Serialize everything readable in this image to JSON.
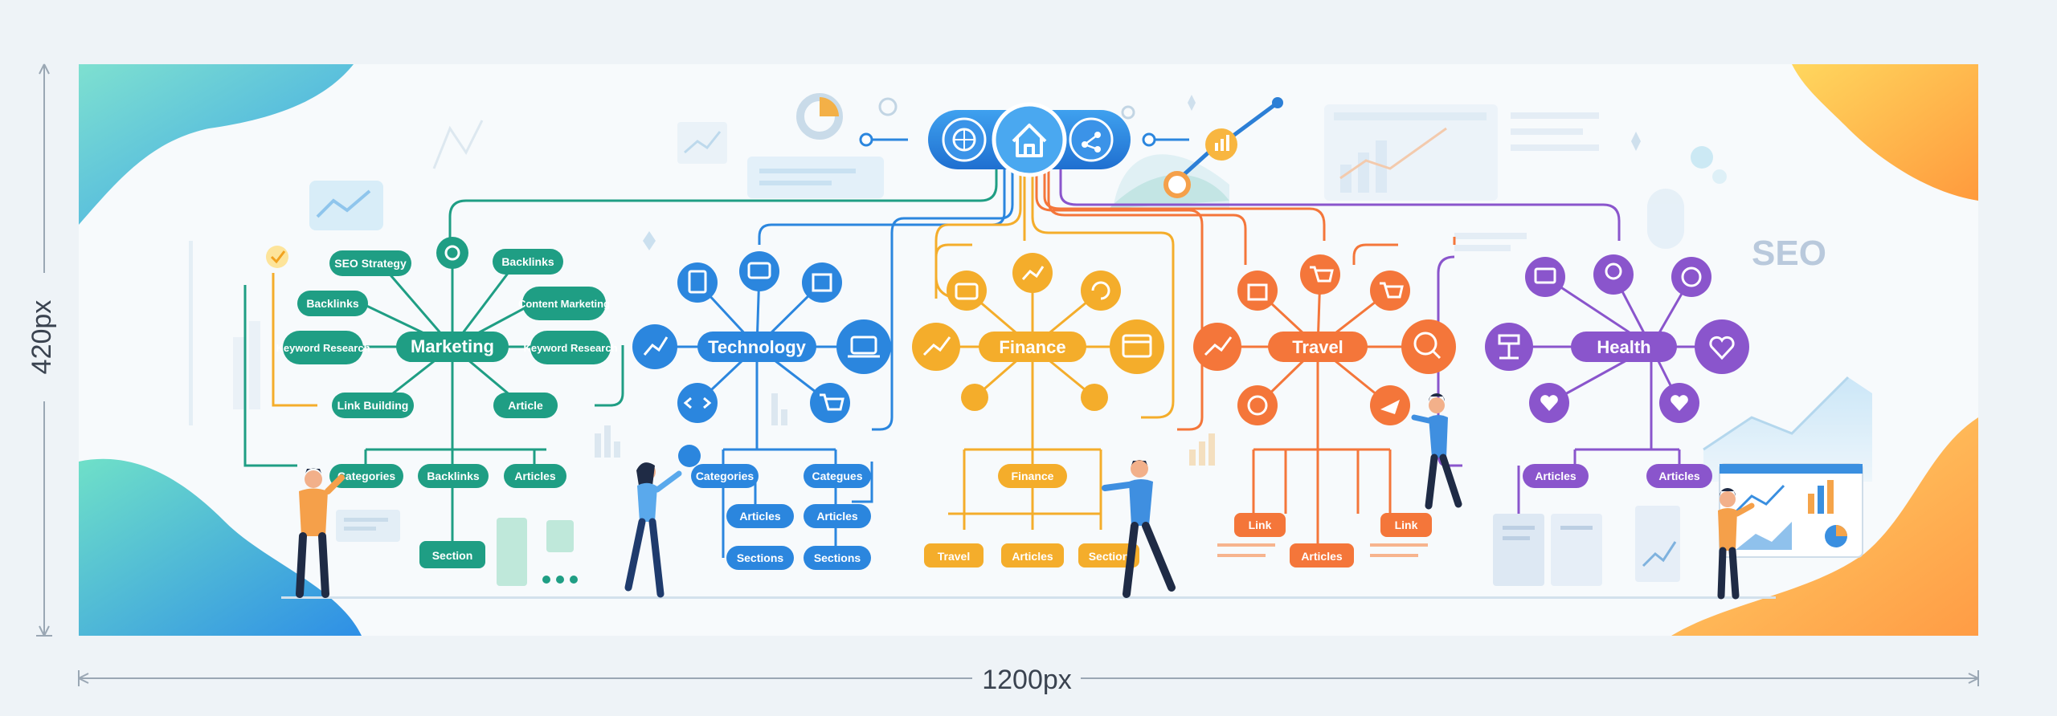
{
  "dimensions": {
    "width_label": "1200px",
    "height_label": "420px"
  },
  "watermark": "SEO",
  "hub": {
    "icons": [
      "globe-icon",
      "home-icon",
      "share-icon"
    ]
  },
  "colors": {
    "marketing": "#1f9e84",
    "technology": "#2b86de",
    "finance": "#f4ad2b",
    "travel": "#f4763a",
    "health": "#8a55cc",
    "background": "#eef3f7"
  },
  "clusters": [
    {
      "id": "marketing",
      "title": "Marketing",
      "labels": [
        "SEO Strategy",
        "Backlinks",
        "Content Marketing",
        "Backlinks",
        "Keyword Research",
        "Keyword Research",
        "Link Building",
        "Article",
        "Categories",
        "Backlinks",
        "Articles",
        "Section"
      ]
    },
    {
      "id": "technology",
      "title": "Technology",
      "labels": [
        "Categories",
        "Categues",
        "Articles",
        "Articles",
        "Sections",
        "Sections"
      ],
      "icons": [
        "document-icon",
        "gear-screen-icon",
        "chart-icon",
        "line-chart-icon",
        "laptop-icon",
        "code-icon",
        "cart-icon"
      ]
    },
    {
      "id": "finance",
      "title": "Finance",
      "labels": [
        "Finance",
        "Travel",
        "Articles",
        "Section"
      ],
      "icons": [
        "briefcase-icon",
        "chart-icon",
        "refresh-icon",
        "growth-icon",
        "browser-icon"
      ]
    },
    {
      "id": "travel",
      "title": "Travel",
      "labels": [
        "Link",
        "Link",
        "Articles"
      ],
      "icons": [
        "gift-icon",
        "cart-icon",
        "cart-icon",
        "bar-chart-icon",
        "globe-search-icon",
        "globe-icon",
        "plane-icon"
      ]
    },
    {
      "id": "health",
      "title": "Health",
      "labels": [
        "Articles",
        "Articles"
      ],
      "icons": [
        "monitor-icon",
        "globe-hand-icon",
        "globe-icon",
        "flowchart-icon",
        "heart-hands-icon",
        "heart-icon",
        "heart-icon"
      ]
    }
  ]
}
